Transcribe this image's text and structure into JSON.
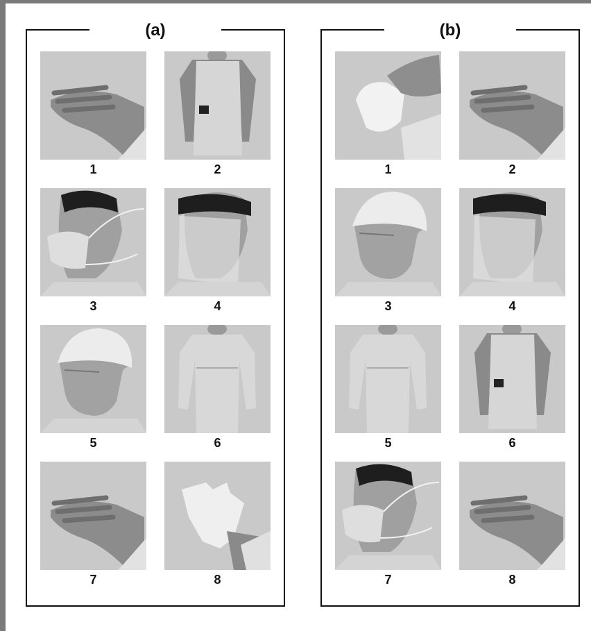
{
  "panels": [
    {
      "label": "(a)",
      "steps": [
        {
          "number": "1",
          "icon": "hand-hygiene-icon"
        },
        {
          "number": "2",
          "icon": "lead-apron-icon"
        },
        {
          "number": "3",
          "icon": "respirator-mask-icon"
        },
        {
          "number": "4",
          "icon": "face-shield-icon"
        },
        {
          "number": "5",
          "icon": "hair-cap-icon"
        },
        {
          "number": "6",
          "icon": "isolation-gown-icon"
        },
        {
          "number": "7",
          "icon": "hand-hygiene-icon"
        },
        {
          "number": "8",
          "icon": "gloves-icon"
        }
      ]
    },
    {
      "label": "(b)",
      "steps": [
        {
          "number": "1",
          "icon": "gloves-removal-icon"
        },
        {
          "number": "2",
          "icon": "hand-hygiene-icon"
        },
        {
          "number": "3",
          "icon": "hair-cap-icon"
        },
        {
          "number": "4",
          "icon": "face-shield-icon"
        },
        {
          "number": "5",
          "icon": "isolation-gown-icon"
        },
        {
          "number": "6",
          "icon": "lead-apron-icon"
        },
        {
          "number": "7",
          "icon": "respirator-mask-icon"
        },
        {
          "number": "8",
          "icon": "hand-hygiene-icon"
        }
      ]
    }
  ],
  "colors": {
    "photo_background": "#c9c9c9",
    "frame": "#111111",
    "page_border": "#7a7a7a"
  }
}
